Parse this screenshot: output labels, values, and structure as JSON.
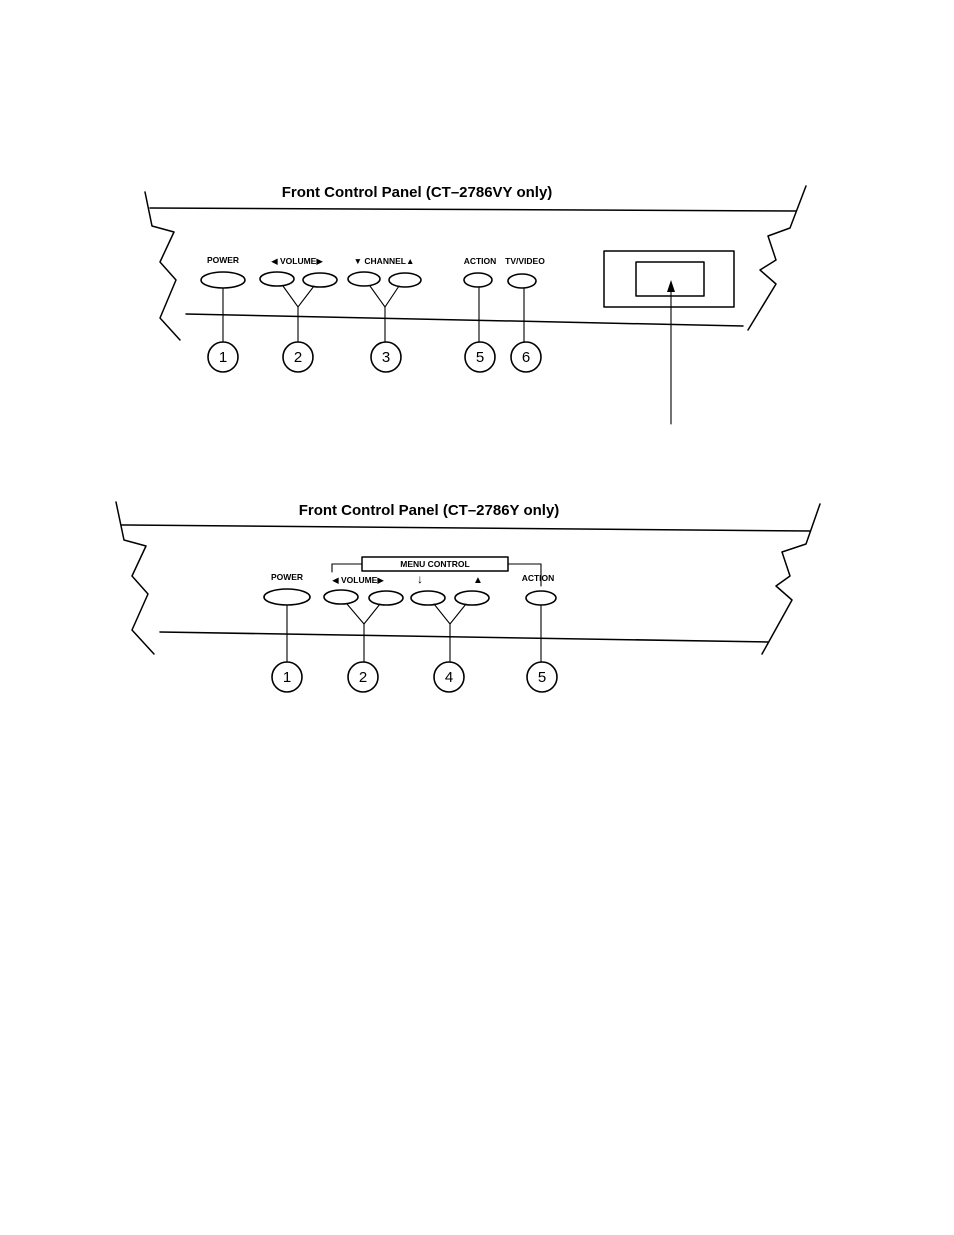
{
  "panel_top": {
    "title": "Front Control Panel (CT–2786VY only)",
    "buttons": {
      "power": "POWER",
      "volume": "◀ VOLUME▶",
      "channel": "▼ CHANNEL▲",
      "action": "ACTION",
      "tv_video": "TV/VIDEO"
    },
    "callouts": [
      "1",
      "2",
      "3",
      "5",
      "6"
    ]
  },
  "panel_bottom": {
    "title": "Front Control Panel (CT–2786Y only)",
    "menu_control": "MENU CONTROL",
    "buttons": {
      "power": "POWER",
      "volume": "◀ VOLUME▶",
      "down": "↓",
      "up": "▲",
      "action": "ACTION"
    },
    "callouts": [
      "1",
      "2",
      "4",
      "5"
    ]
  }
}
